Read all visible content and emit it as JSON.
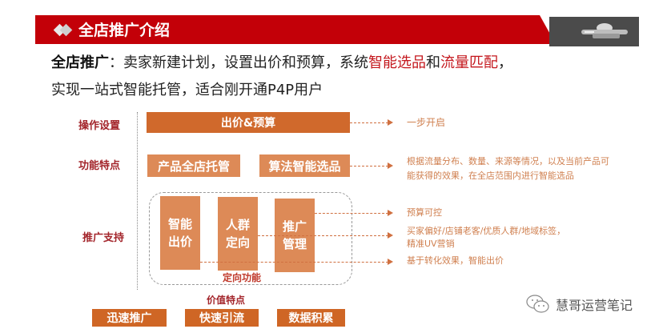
{
  "header": {
    "title": "全店推广介绍",
    "icon": "diamond-icon",
    "logo_icon": "car-logo-icon",
    "colors": {
      "banner": "#c30008",
      "logo_bg": "#4b4b4b"
    }
  },
  "intro": {
    "term": "全店推广",
    "line1_a": "：卖家新建计划，设置出价和预算，系统",
    "highlight1": "智能选品",
    "line1_b": "和",
    "highlight2": "流量匹配",
    "line1_c": "，",
    "line2": "实现一站式智能托管，适合刚开通P4P用户",
    "highlight_color": "#c4171d"
  },
  "rows": {
    "operation": "操作设置",
    "features": "功能特点",
    "support": "推广支持"
  },
  "boxes": {
    "bid_budget": "出价&预算",
    "product_hosting": "产品全店托管",
    "algo_selection": "算法智能选品",
    "smart_bid_1": "智能",
    "smart_bid_2": "出价",
    "crowd_1": "人群",
    "crowd_2": "定向",
    "promo_1": "推广",
    "promo_2": "管理",
    "group_caption": "定向功能"
  },
  "notes": {
    "one_step": "一步开启",
    "algo_1": "根据流量分布、数量、来源等情况，以及当前产品可",
    "algo_2": "能获得的效果，在全店范围内进行智能选品",
    "budget": "预算可控",
    "crowd_1": "买家偏好/店铺老客/优质人群/地域标签，",
    "crowd_2": "精准UV营销",
    "bid": "基于转化效果，智能出价"
  },
  "value": {
    "title": "价值特点",
    "items": [
      "迅速推广",
      "快速引流",
      "数据积累"
    ]
  },
  "watermark": {
    "icon": "wechat-icon",
    "text": "慧哥运营笔记"
  },
  "colors": {
    "box_orange": "#d0692c",
    "box_light_orange": "#dd8a57",
    "label_red": "#a3252b",
    "note_orange": "#d08050"
  }
}
